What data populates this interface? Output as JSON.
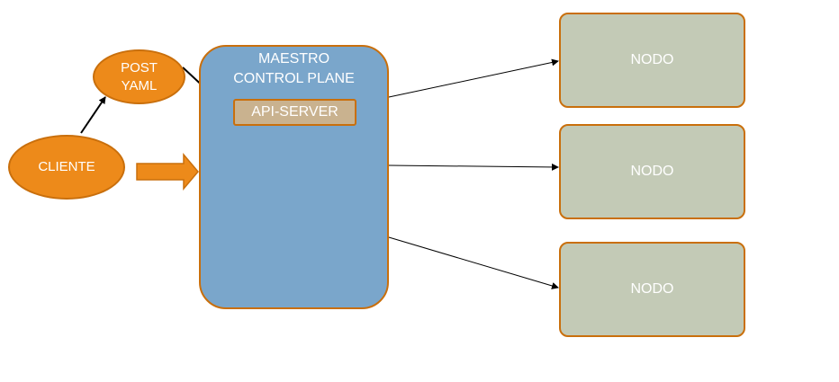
{
  "diagram": {
    "cliente_label": "CLIENTE",
    "post_yaml_label": "POST\nYAML",
    "maestro_label": "MAESTRO\nCONTROL PLANE",
    "api_server_label": "API-SERVER",
    "nodos": [
      {
        "label": "NODO"
      },
      {
        "label": "NODO"
      },
      {
        "label": "NODO"
      }
    ]
  },
  "colors": {
    "orange_fill": "#ed8a1a",
    "orange_border": "#c96f0c",
    "control_plane_fill": "#7aa6cb",
    "api_server_fill": "#c9b28f",
    "node_fill": "#c3cab6",
    "text": "#ffffff"
  }
}
